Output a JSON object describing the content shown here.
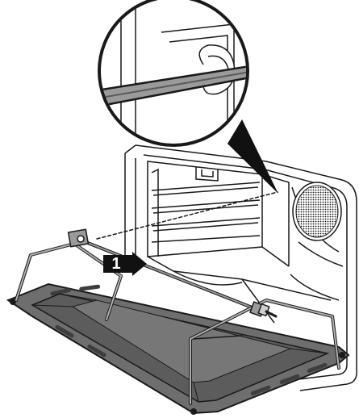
{
  "step": {
    "number": "1"
  },
  "colors": {
    "line": "#1a1a1a",
    "tray": "#5c5c5c",
    "tray_rim": "#6e6e6e",
    "tray_inner": "#777777",
    "oven_fill": "#ffffff",
    "grey_part": "#9a9a9a",
    "badge": "#111111"
  },
  "icons": [
    "magnifier-callout",
    "rotisserie-spit",
    "baking-tray",
    "oven-fan-grille"
  ]
}
